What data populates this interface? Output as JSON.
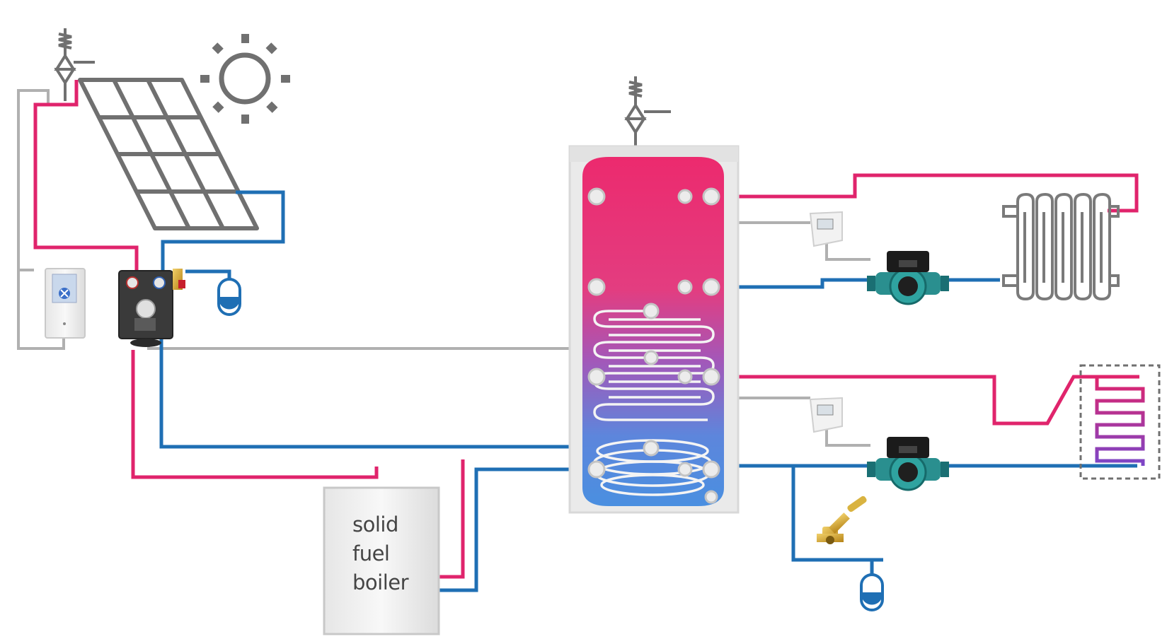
{
  "boiler": {
    "label_lines": [
      "solid",
      "fuel",
      "boiler"
    ]
  },
  "colors": {
    "hot": "#e0246c",
    "cold": "#1f6fb4",
    "control": "#b7b7b7",
    "line_gray": "#6e6e6e"
  },
  "icons": [
    "sun-icon",
    "solar-panel-icon",
    "safety-valve-icon",
    "expansion-vessel-icon",
    "controller-icon",
    "thermostat-icon",
    "circulation-pump-icon",
    "radiator-icon",
    "floor-heating-icon",
    "filling-valve-icon",
    "hot-water-tank-icon",
    "solar-pump-station-icon"
  ]
}
